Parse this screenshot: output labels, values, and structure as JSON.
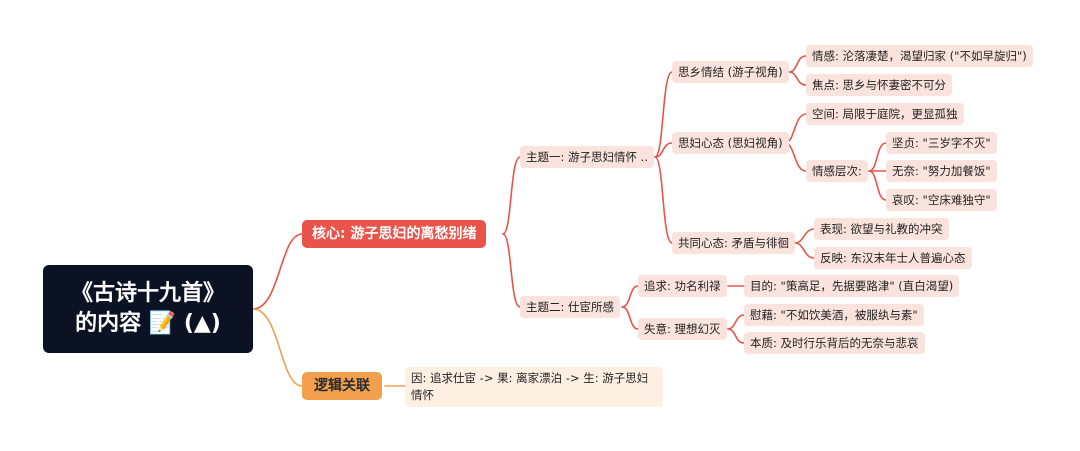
{
  "root": {
    "line1": "《古诗十九首》",
    "line2": "的内容 📝 (▲)"
  },
  "core": {
    "label": "核心: 游子思妇的离愁别绪",
    "theme1": {
      "label": "主题一: 游子思妇情怀 ..",
      "homesick": {
        "label": "思乡情结 (游子视角)",
        "emotion": "情感: 沦落凄楚，渴望归家 (\"不如早旋归\")",
        "focus": "焦点: 思乡与怀妻密不可分"
      },
      "longing": {
        "label": "思妇心态 (思妇视角)",
        "space": "空间: 局限于庭院，更显孤独",
        "levels": {
          "label": "情感层次:",
          "steadfast": "坚贞: \"三岁字不灭\"",
          "helpless": "无奈: \"努力加餐饭\"",
          "lament": "哀叹: \"空床难独守\""
        }
      },
      "shared": {
        "label": "共同心态: 矛盾与徘徊",
        "manifest": "表现: 欲望与礼教的冲突",
        "reflect": "反映: 东汉末年士人普遍心态"
      }
    },
    "theme2": {
      "label": "主题二: 仕宦所感",
      "pursuit": {
        "label": "追求: 功名利禄",
        "goal": "目的: \"策高足，先据要路津\" (直白渴望)"
      },
      "disillusion": {
        "label": "失意: 理想幻灭",
        "solace": "慰藉: \"不如饮美酒，被服纨与素\"",
        "essence": "本质: 及时行乐背后的无奈与悲哀"
      }
    }
  },
  "logic": {
    "label": "逻辑关联",
    "chain": "因: 追求仕宦 -> 果: 离家漂泊 -> 生: 游子思妇情怀"
  },
  "colors": {
    "red_branch": "#e8534a",
    "orange_branch": "#f2a04e",
    "root_bg": "#0b1224"
  }
}
